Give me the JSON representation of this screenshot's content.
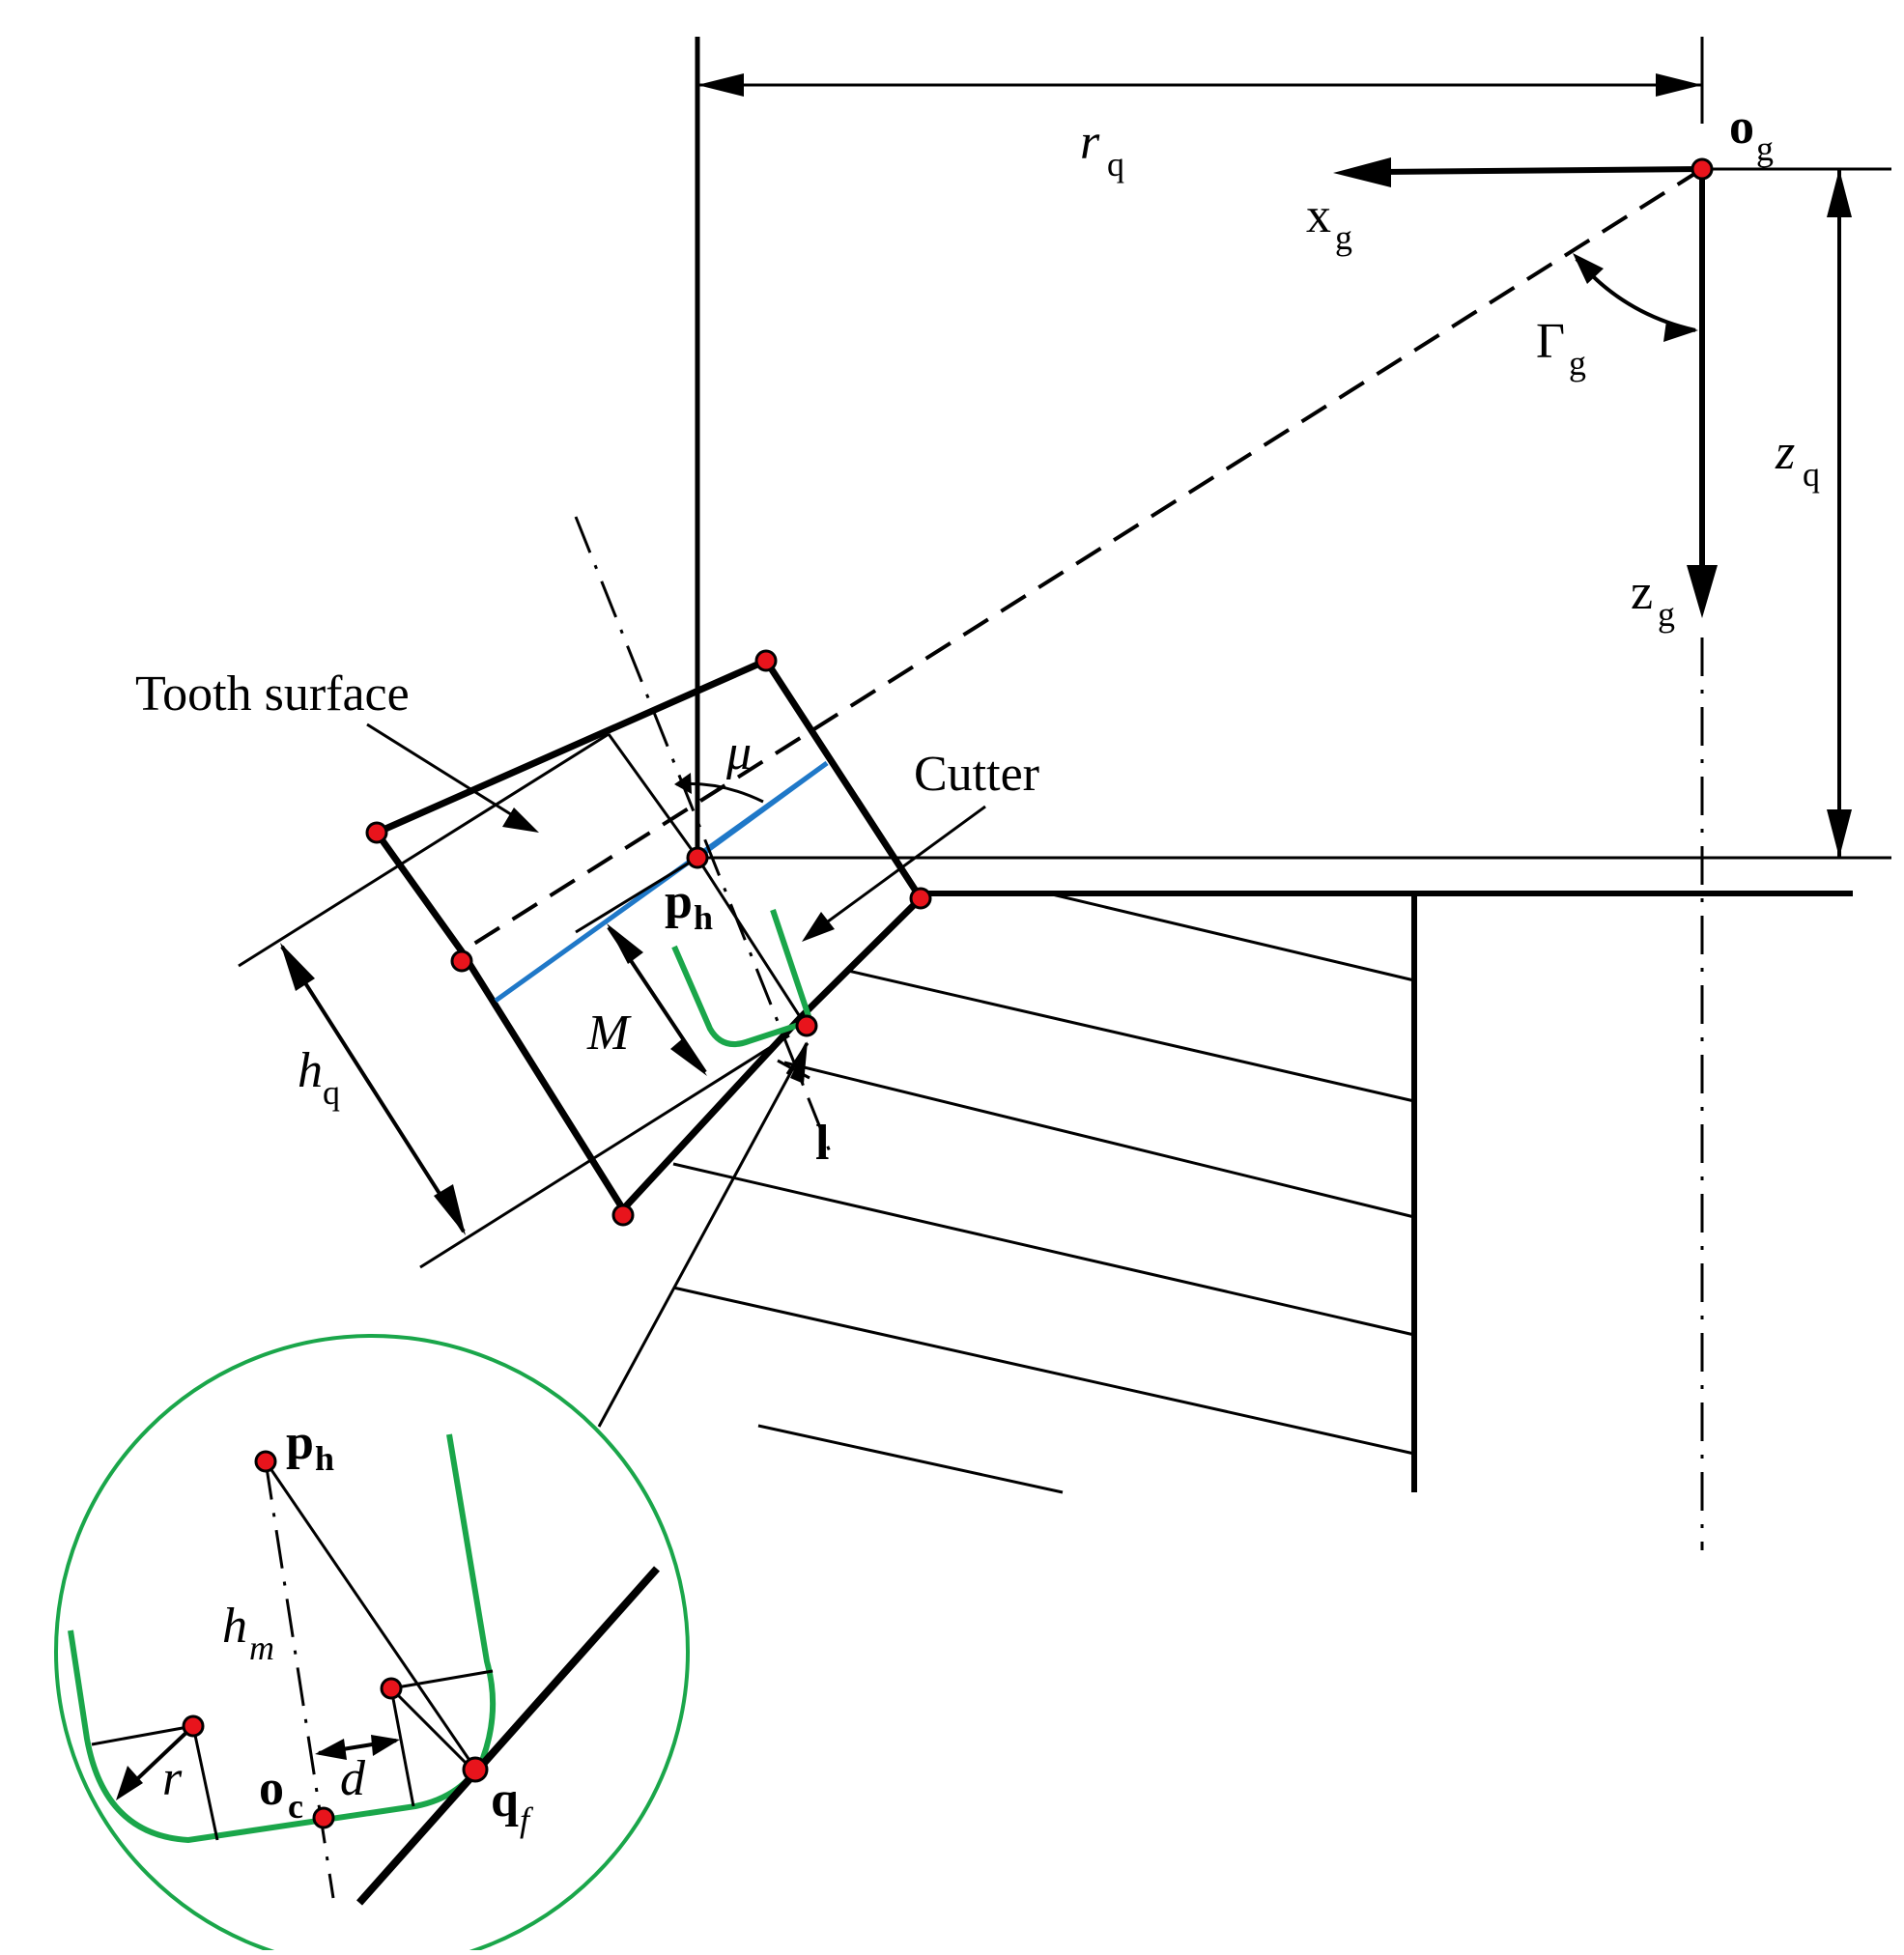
{
  "labels": {
    "r_q": "r",
    "r_q_sub": "q",
    "o_g": "o",
    "o_g_sub": "g",
    "x_g": "x",
    "x_g_sub": "g",
    "gamma_g": "Γ",
    "gamma_g_sub": "g",
    "z_q": "z",
    "z_q_sub": "q",
    "z_g": "z",
    "z_g_sub": "g",
    "tooth_surface": "Tooth surface",
    "cutter": "Cutter",
    "mu": "μ",
    "p_h": "p",
    "p_h_sub": "h",
    "M": "M",
    "h_q": "h",
    "h_q_sub": "q",
    "l": "l",
    "detail_p_h": "p",
    "detail_p_h_sub": "h",
    "h_m": "h",
    "h_m_sub": "m",
    "r": "r",
    "d": "d",
    "o_c": "o",
    "o_c_sub": "c",
    "q_f": "q",
    "q_f_sub": "f"
  },
  "colors": {
    "line": "#000000",
    "point_fill": "#e8141c",
    "cutter_green": "#1aa64a",
    "tooth_blue": "#1f78c8"
  }
}
